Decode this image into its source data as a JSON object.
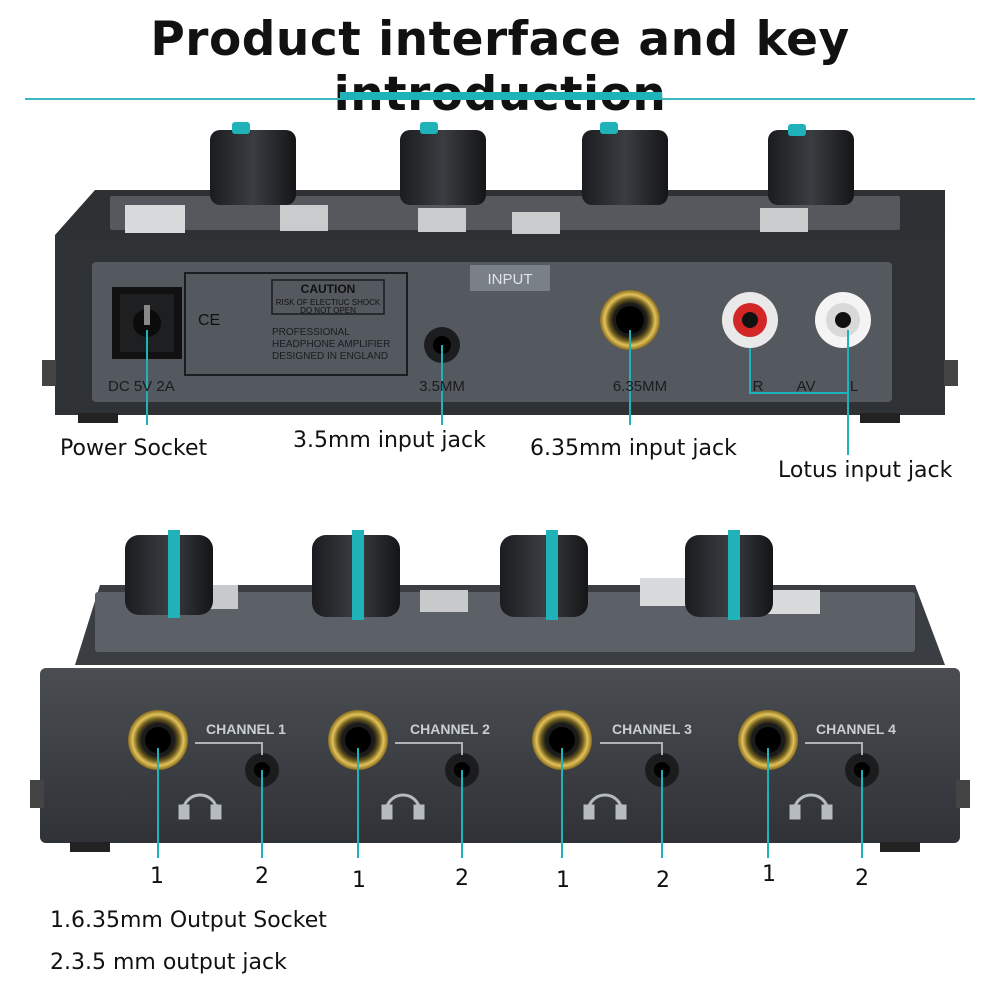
{
  "title": "Product interface and key introduction",
  "colors": {
    "accent": "#1fb3b9",
    "panel": "#3c3f44",
    "gold": "#c9a63a"
  },
  "top_device": {
    "panel_label": "INPUT",
    "caution": {
      "heading": "CAUTION",
      "line1": "RISK OF ELECTIUC SHOCK",
      "line2": "DO NOT OPEN",
      "ce_mark": "CE"
    },
    "designed_text": [
      "PROFESSIONAL",
      "HEADPHONE AMPLIFIER",
      "DESIGNED IN ENGLAND"
    ],
    "labels": {
      "dc": "DC 5V 2A",
      "mm35": "3.5MM",
      "mm635": "6.35MM",
      "r": "R",
      "av": "AV",
      "l": "L"
    }
  },
  "bottom_device": {
    "channels": [
      "CHANNEL 1",
      "CHANNEL 2",
      "CHANNEL 3",
      "CHANNEL 4"
    ]
  },
  "callouts": {
    "power": "Power Socket",
    "in35": "3.5mm input jack",
    "in635": "6.35mm input jack",
    "lotus": "Lotus input jack"
  },
  "numbers": {
    "one": "1",
    "two": "2"
  },
  "legend": {
    "item1": "1.6.35mm Output Socket",
    "item2": "2.3.5 mm output jack"
  }
}
